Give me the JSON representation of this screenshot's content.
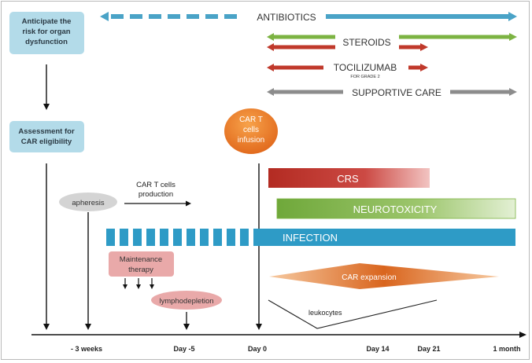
{
  "boxes": {
    "anticipate": "Anticipate the risk for organ dysfunction",
    "anticipate_lines": [
      "Anticipate the",
      "risk for organ",
      "dysfunction"
    ],
    "assessment_lines": [
      "Assessment for",
      "CAR eligibility"
    ]
  },
  "treatments": {
    "antibiotics": "ANTIBIOTICS",
    "steroids": "STEROIDS",
    "tocilizumab": "TOCILIZUMAB",
    "tocilizumab_note": "FOR GRADE 2",
    "supportive_care": "SUPPORTIVE CARE"
  },
  "infusion_lines": [
    "CAR T",
    "cells",
    "infusion"
  ],
  "bars": {
    "crs": "CRS",
    "neurotoxicity": "NEUROTOXICITY",
    "infection": "INFECTION"
  },
  "steps": {
    "apheresis": "apheresis",
    "production_lines": [
      "CAR T cells",
      "production"
    ],
    "maintenance_lines": [
      "Maintenance",
      "therapy"
    ],
    "lymphodepletion": "lymphodepletion"
  },
  "car_expansion": "CAR expansion",
  "leukocytes": "leukocytes",
  "timeline": {
    "ticks": [
      "- 3 weeks",
      "Day -5",
      "Day 0",
      "Day 14",
      "Day 21",
      "1 month"
    ]
  },
  "colors": {
    "blue_box": "#b3dbe9",
    "blue_arrow": "#4aa3c7",
    "infection": "#2e9bc6",
    "green": "#7cb342",
    "red": "#c0392b",
    "grey": "#8c8c8c",
    "orange": "#e87722",
    "pink": "#e9a9a9"
  }
}
